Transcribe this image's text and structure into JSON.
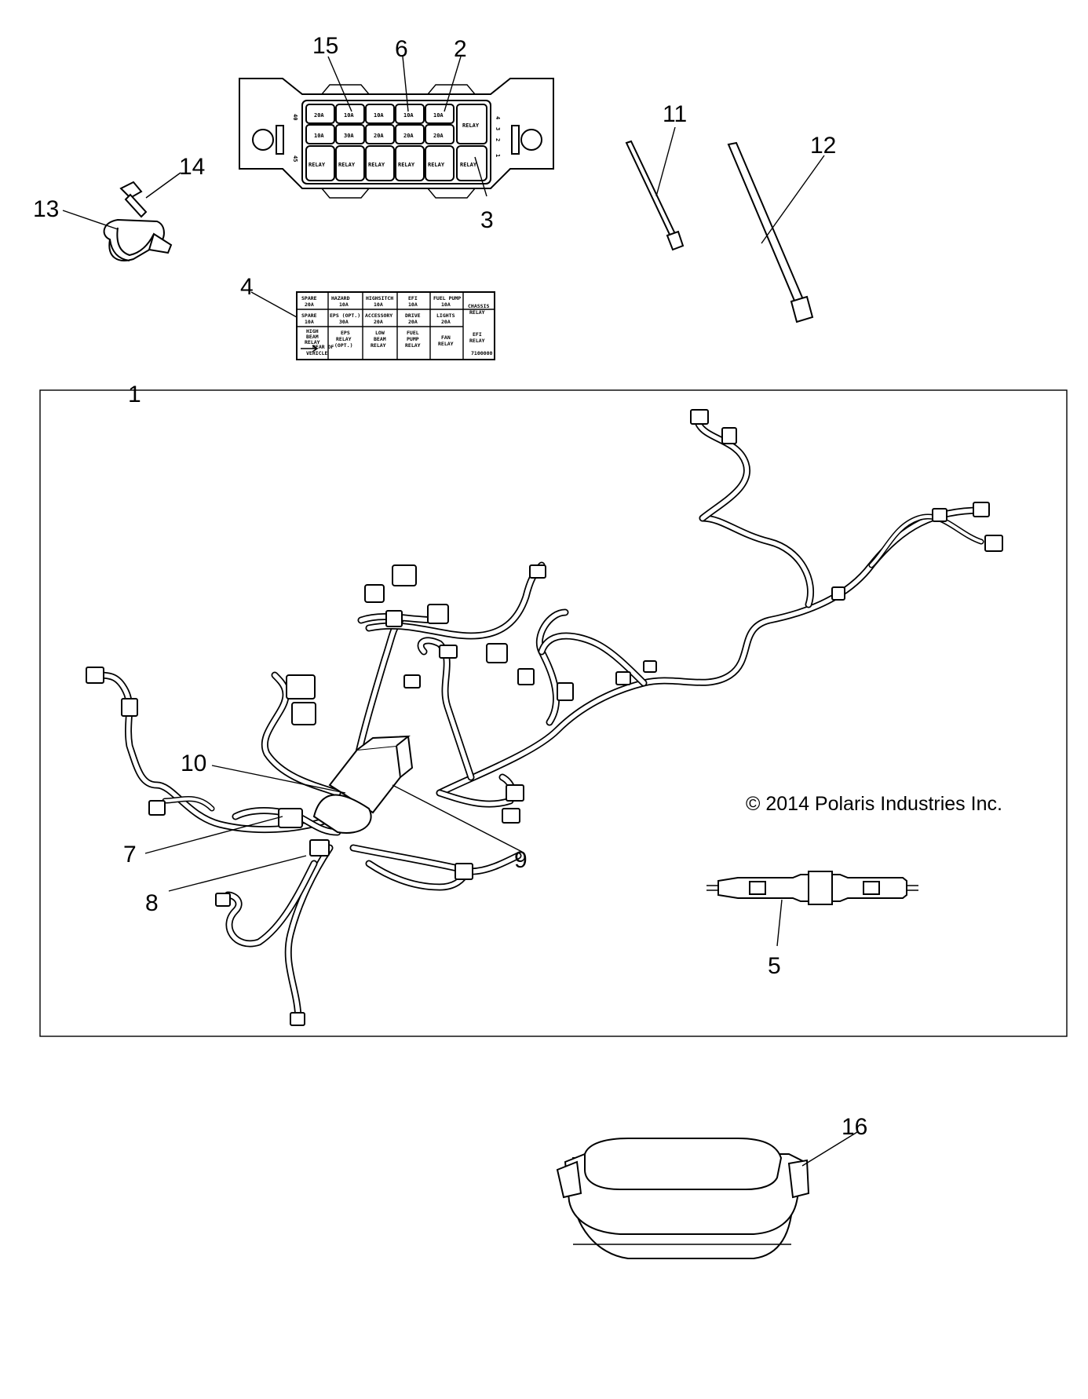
{
  "copyright": "© 2014 Polaris Industries Inc.",
  "callouts": {
    "c1": "1",
    "c2": "2",
    "c3": "3",
    "c4": "4",
    "c5": "5",
    "c6": "6",
    "c7": "7",
    "c8": "8",
    "c9": "9",
    "c10": "10",
    "c11": "11",
    "c12": "12",
    "c13": "13",
    "c14": "14",
    "c15": "15",
    "c16": "16"
  },
  "fuse_box": {
    "side_top": "40",
    "side_bottom": "45",
    "right_nums": [
      "4",
      "3",
      "2",
      "1"
    ],
    "row1": [
      "20A",
      "10A",
      "10A",
      "10A",
      "10A",
      "RELAY"
    ],
    "row2": [
      "10A",
      "30A",
      "20A",
      "20A",
      "20A"
    ],
    "row3": [
      "RELAY",
      "RELAY",
      "RELAY",
      "RELAY",
      "RELAY",
      "RELAY"
    ]
  },
  "label": {
    "row1": [
      [
        "SPARE",
        "20A"
      ],
      [
        "HAZARD",
        "10A"
      ],
      [
        "HIGHSITCH",
        "10A"
      ],
      [
        "EFI",
        "10A"
      ],
      [
        "FUEL PUMP",
        "10A"
      ]
    ],
    "row2": [
      [
        "SPARE",
        "10A"
      ],
      [
        "EPS (OPT.)",
        "30A"
      ],
      [
        "ACCESSORY",
        "20A"
      ],
      [
        "DRIVE",
        "20A"
      ],
      [
        "LIGHTS",
        "20A"
      ]
    ],
    "chassis": [
      "CHASSIS",
      "RELAY"
    ],
    "row3": [
      [
        "HIGH",
        "BEAM",
        "RELAY"
      ],
      [
        "EPS",
        "RELAY",
        "(OPT.)"
      ],
      [
        "LOW",
        "BEAM",
        "RELAY"
      ],
      [
        "FUEL",
        "PUMP",
        "RELAY"
      ],
      [
        "FAN",
        "RELAY"
      ],
      [
        "EFI",
        "RELAY"
      ]
    ],
    "rear": [
      "REAR OF",
      "VEHICLE"
    ],
    "part_no": "7100000"
  }
}
